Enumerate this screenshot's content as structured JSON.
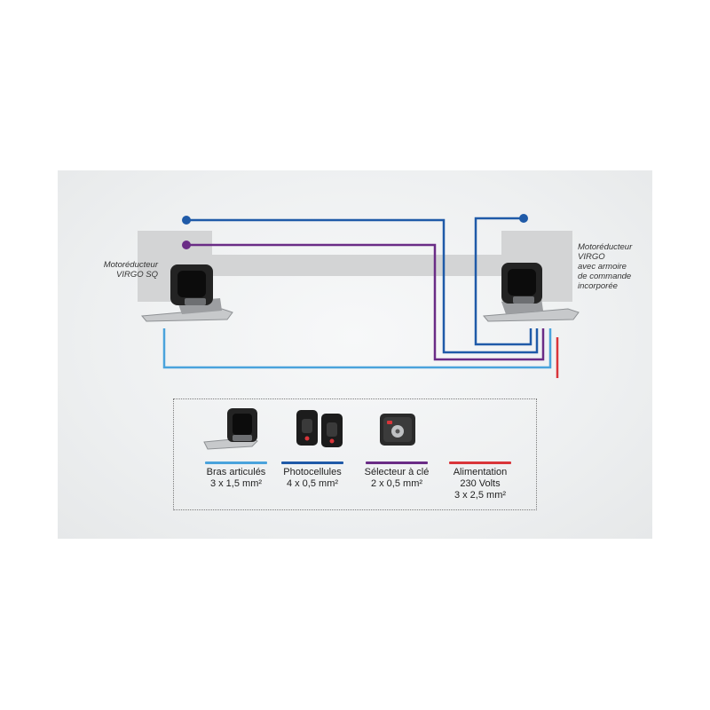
{
  "motors": {
    "left": {
      "label": "Motoréducteur\nVIRGO SQ"
    },
    "right": {
      "label": "Motoréducteur\nVIRGO\navec armoire\nde commande\nincorporée"
    }
  },
  "legend": {
    "items": [
      {
        "label": "Bras articulés\n3 x 1,5 mm²",
        "color": "#4aa3dc",
        "icon": "articulated-arm-motor-icon"
      },
      {
        "label": "Photocellules\n4 x 0,5 mm²",
        "color": "#1f5aa8",
        "icon": "photocells-icon"
      },
      {
        "label": "Sélecteur à clé\n2 x 0,5 mm²",
        "color": "#6a2c86",
        "icon": "key-selector-icon"
      },
      {
        "label": "Alimentation\n230 Volts\n3 x 2,5 mm²",
        "color": "#d9353a",
        "icon": "power-supply-icon"
      }
    ]
  },
  "colors": {
    "arm_cable": "#4aa3dc",
    "photocell_cable": "#1f5aa8",
    "key_selector_cable": "#6a2c86",
    "power_cable": "#d9353a",
    "gate_gray": "#d4d5d6"
  }
}
